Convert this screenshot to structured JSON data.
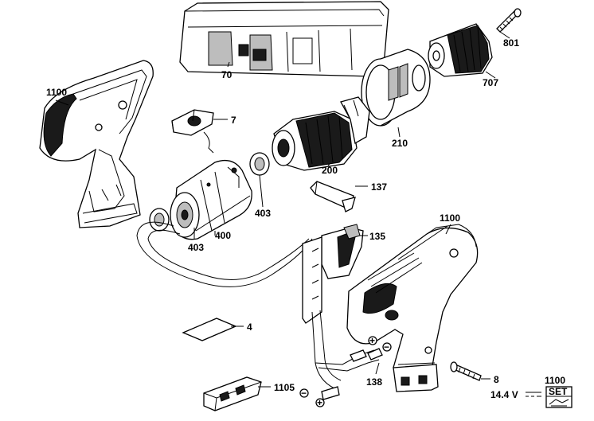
{
  "callouts": {
    "p70": "70",
    "p801": "801",
    "p707": "707",
    "p1100_left": "1100",
    "p7": "7",
    "p210": "210",
    "p200": "200",
    "p137": "137",
    "p403_right": "403",
    "p400": "400",
    "p403_left": "403",
    "p1100_right": "1100",
    "p135": "135",
    "p4": "4",
    "p8": "8",
    "p138": "138",
    "p1105": "1105",
    "p1100_set": "1100"
  },
  "polarity": {
    "plus_a": "+",
    "minus_a": "−",
    "plus_b": "+",
    "minus_b": "−"
  },
  "voltage": "14.4 V",
  "set_box": "SET"
}
